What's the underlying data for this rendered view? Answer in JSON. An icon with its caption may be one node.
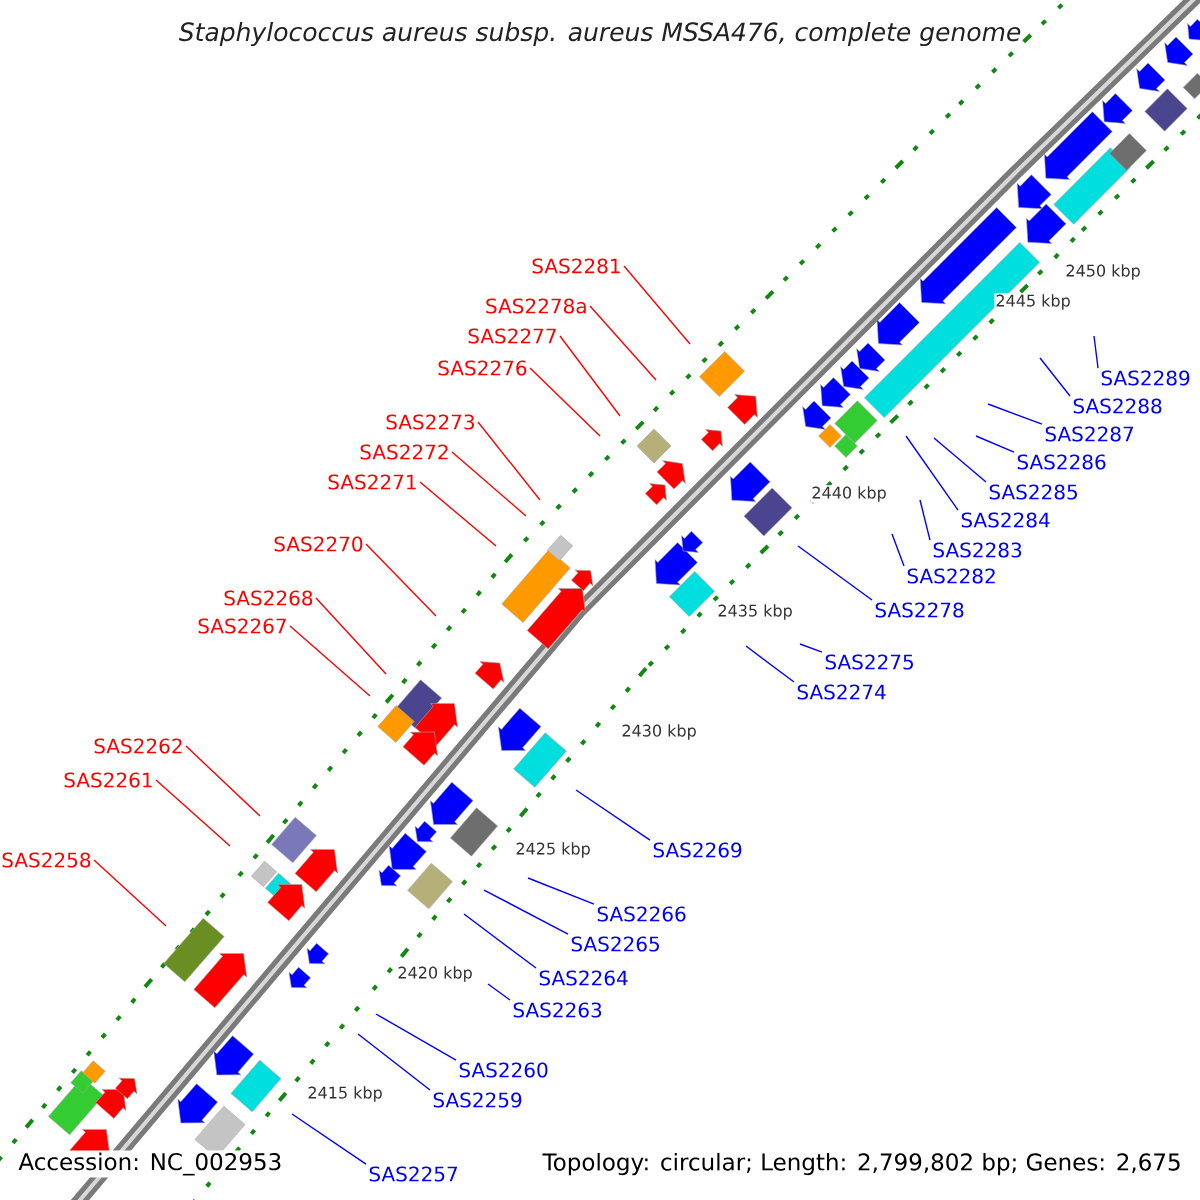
{
  "diagram": {
    "title": "Staphylococcus aureus subsp. aureus MSSA476, complete genome",
    "nodes": [
      {
        "text": [
          "SAS2281"
        ]
      },
      {
        "text": [
          "SAS2278a"
        ]
      },
      {
        "text": [
          "SAS2277"
        ]
      },
      {
        "text": [
          "SAS2276"
        ]
      },
      {
        "text": [
          "SAS2289"
        ]
      },
      {
        "text": [
          "SAS2288"
        ]
      },
      {
        "text": [
          "SAS2273"
        ]
      },
      {
        "text": [
          "SAS2287"
        ]
      },
      {
        "text": [
          "SAS2272"
        ]
      },
      {
        "text": [
          "SAS2286"
        ]
      },
      {
        "text": [
          "SAS2271"
        ]
      },
      {
        "text": [
          "SAS2285"
        ]
      },
      {
        "text": [
          "SAS2284"
        ]
      },
      {
        "text": [
          "SAS2270"
        ]
      },
      {
        "text": [
          "SAS2283"
        ]
      },
      {
        "text": [
          "SAS2282"
        ]
      },
      {
        "text": [
          "SAS2268"
        ]
      },
      {
        "text": [
          "SAS2278"
        ]
      },
      {
        "text": [
          "SAS2267"
        ]
      },
      {
        "text": [
          "SAS2275"
        ]
      },
      {
        "text": [
          "SAS2274"
        ]
      },
      {
        "text": [
          "SAS2262"
        ]
      },
      {
        "text": [
          "SAS2261"
        ]
      },
      {
        "text": [
          "SAS2269"
        ]
      },
      {
        "text": [
          "SAS2258"
        ]
      },
      {
        "text": [
          "SAS2266"
        ]
      },
      {
        "text": [
          "SAS2265"
        ]
      },
      {
        "text": [
          "SAS2264"
        ]
      },
      {
        "text": [
          "SAS2263"
        ]
      },
      {
        "text": [
          "SAS2260"
        ]
      },
      {
        "text": [
          "SAS2259"
        ]
      },
      {
        "text": [
          "SAS2257"
        ]
      }
    ],
    "edges": [
      {
        "from": 0,
        "to": null,
        "arrow": "none",
        "color": "#ff0000"
      },
      {
        "from": 1,
        "to": null,
        "arrow": "none",
        "color": "#ff0000"
      },
      {
        "from": 2,
        "to": null,
        "arrow": "none",
        "color": "#ff0000"
      },
      {
        "from": 3,
        "to": null,
        "arrow": "none",
        "color": "#ff0000"
      },
      {
        "from": 4,
        "to": null,
        "arrow": "none"
      },
      {
        "from": 5,
        "to": null,
        "arrow": "none"
      },
      {
        "from": 6,
        "to": null,
        "arrow": "none",
        "color": "#ff0000"
      },
      {
        "from": 7,
        "to": null,
        "arrow": "none"
      },
      {
        "from": 8,
        "to": null,
        "arrow": "none",
        "color": "#ff0000"
      },
      {
        "from": 9,
        "to": null,
        "arrow": "none"
      },
      {
        "from": 10,
        "to": null,
        "arrow": "none",
        "color": "#ff0000"
      },
      {
        "from": 11,
        "to": null,
        "arrow": "none"
      },
      {
        "from": 12,
        "to": null,
        "arrow": "none"
      },
      {
        "from": 13,
        "to": null,
        "arrow": "none",
        "color": "#ff0000"
      },
      {
        "from": 14,
        "to": null,
        "arrow": "none"
      },
      {
        "from": 15,
        "to": null,
        "arrow": "none"
      },
      {
        "from": 16,
        "to": null,
        "arrow": "none",
        "color": "#ff0000"
      },
      {
        "from": 17,
        "to": null,
        "arrow": "none"
      },
      {
        "from": 18,
        "to": null,
        "arrow": "none",
        "color": "#ff0000"
      },
      {
        "from": 19,
        "to": null,
        "arrow": "none"
      },
      {
        "from": 20,
        "to": null,
        "arrow": "none"
      },
      {
        "from": 21,
        "to": null,
        "arrow": "none",
        "color": "#ff0000"
      },
      {
        "from": 22,
        "to": null,
        "arrow": "none",
        "color": "#ff0000"
      },
      {
        "from": 23,
        "to": null,
        "arrow": "none"
      },
      {
        "from": 24,
        "to": null,
        "arrow": "none",
        "color": "#ff0000"
      },
      {
        "from": 25,
        "to": null,
        "arrow": "none"
      },
      {
        "from": 26,
        "to": null,
        "arrow": "none"
      },
      {
        "from": 27,
        "to": null,
        "arrow": "none"
      },
      {
        "from": 28,
        "to": null,
        "arrow": "none"
      },
      {
        "from": 29,
        "to": null,
        "arrow": "none"
      },
      {
        "from": 30,
        "to": null,
        "arrow": "none"
      },
      {
        "from": 31,
        "to": null,
        "arrow": "none"
      }
    ],
    "labels": [
      "2450 kbp",
      "2445 kbp",
      "2440 kbp",
      "2435 kbp",
      "2430 kbp",
      "2425 kbp",
      "2420 kbp",
      "2415 kbp",
      "Accession: NC_002953",
      "Topology: circular; Length: 2,799,802 bp; Genes: 2,675"
    ]
  }
}
